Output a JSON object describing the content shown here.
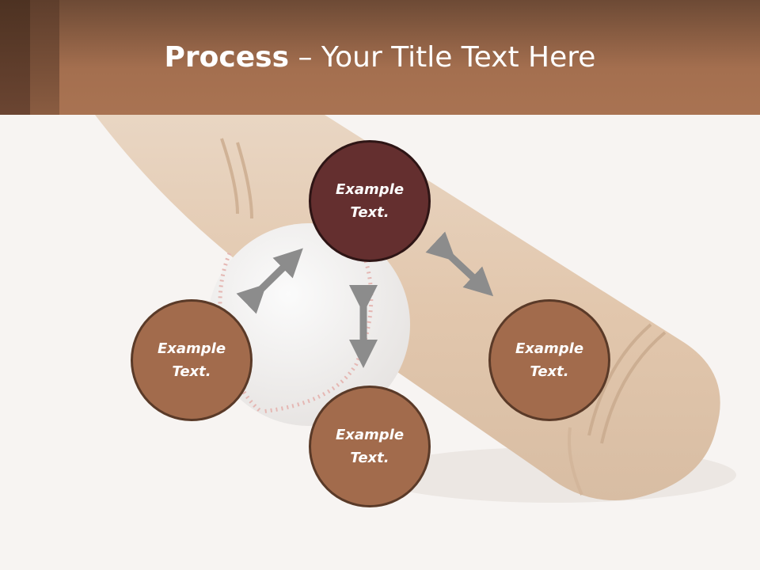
{
  "slide": {
    "title_bold": "Process",
    "title_rest": " – Your Title Text Here"
  },
  "nodes": {
    "top": "Example Text.",
    "left": "Example Text.",
    "right": "Example Text.",
    "bottom": "Example Text."
  },
  "colors": {
    "header": "#a46f4f",
    "node_active": "#642f2f",
    "node": "#a26b4c",
    "node_border": "#5a3a28",
    "arrow": "#8c8c8c"
  }
}
